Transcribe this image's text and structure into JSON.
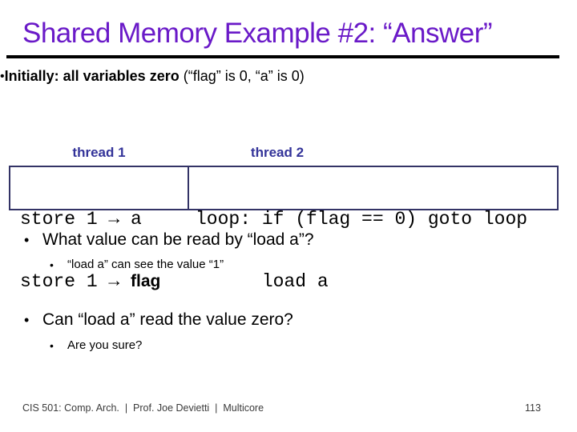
{
  "slide": {
    "title": "Shared Memory Example #2: “Answer”",
    "bullet_glyph": "•",
    "intro_bullet": {
      "bold": "Initially: all variables zero",
      "normal": " (“flag” is 0, “a” is 0)"
    },
    "threads": {
      "thread1_label": "thread 1",
      "thread2_label": "thread 2",
      "thread1_code": {
        "line1": "store 1 → a",
        "line2_prefix": "store 1 → ",
        "line2_flag": "flag"
      },
      "thread2_code": {
        "line1": "loop: if (flag == 0) goto loop",
        "line2": "      load a"
      }
    },
    "question1": "What value can be read by “load a”?",
    "answer1": "“load a” can see the value “1”",
    "question2": "Can “load a” read the value zero?",
    "answer2": "Are you sure?"
  },
  "footer": {
    "left": "CIS 501: Comp. Arch.  |  Prof. Joe Devietti  |  Multicore",
    "page_number": "113"
  },
  "colors": {
    "title_text": "#6A1AC8",
    "thread_label_text": "#333399",
    "code_box_border": "#333366",
    "title_rule": "#000000",
    "footer_text": "#3A3A3A"
  }
}
